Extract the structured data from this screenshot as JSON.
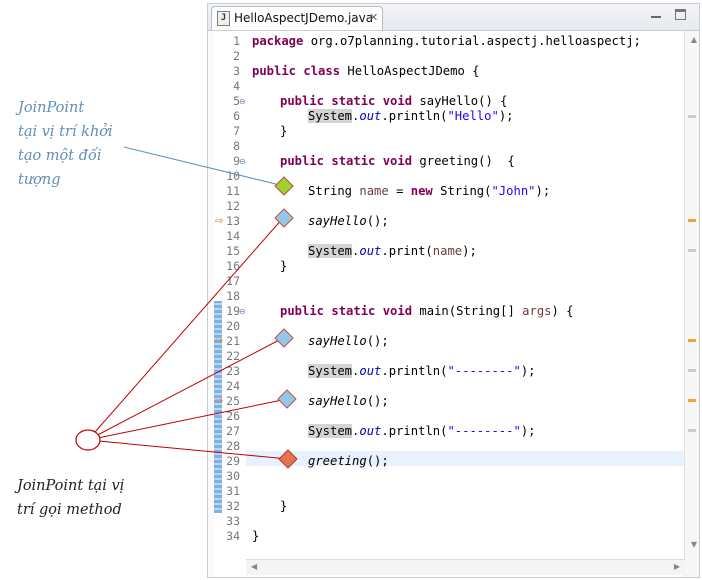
{
  "annotations": {
    "top": [
      "JoinPoint",
      "tại vị trí khởi",
      "tạo một đối",
      "tượng"
    ],
    "bottom": [
      "JoinPoint tại vị",
      "trí gọi method"
    ]
  },
  "editor": {
    "tab_label": "HelloAspectJDemo.java",
    "file_icon_letter": "J",
    "line_numbers": [
      "1",
      "2",
      "3",
      "4",
      "5",
      "6",
      "7",
      "8",
      "9",
      "10",
      "11",
      "12",
      "13",
      "14",
      "15",
      "16",
      "17",
      "18",
      "19",
      "20",
      "21",
      "22",
      "23",
      "24",
      "25",
      "26",
      "27",
      "28",
      "29",
      "30",
      "31",
      "32",
      "33",
      "34"
    ],
    "code": {
      "l1_kw": "package",
      "l1_rest": " org.o7planning.tutorial.aspectj.helloaspectj;",
      "l3_kw": "public class",
      "l3_rest": " HelloAspectJDemo {",
      "l5_kw": "public static void",
      "l5_rest": " sayHello() {",
      "l6_sys": "System",
      "l6_dot": ".",
      "l6_fld": "out",
      "l6_call": ".println(",
      "l6_str": "\"Hello\"",
      "l6_end": ");",
      "l7": "}",
      "l9_kw": "public static void",
      "l9_rest": " greeting()  {",
      "l11_pre": "String ",
      "l11_var": "name",
      "l11_eq": " = ",
      "l11_kw": "new",
      "l11_mid": " String(",
      "l11_str": "\"John\"",
      "l11_end": ");",
      "l13_m": "sayHello",
      "l13_end": "();",
      "l15_sys": "System",
      "l15_dot": ".",
      "l15_fld": "out",
      "l15_call": ".print(",
      "l15_var": "name",
      "l15_end": ");",
      "l16": "}",
      "l19_kw": "public static void",
      "l19_rest": " main(String[] ",
      "l19_var": "args",
      "l19_end": ") {",
      "l21_m": "sayHello",
      "l21_end": "();",
      "l23_sys": "System",
      "l23_dot": ".",
      "l23_fld": "out",
      "l23_call": ".println(",
      "l23_str": "\"--------\"",
      "l23_end": ");",
      "l25_m": "sayHello",
      "l25_end": "();",
      "l27_sys": "System",
      "l27_dot": ".",
      "l27_fld": "out",
      "l27_call": ".println(",
      "l27_str": "\"--------\"",
      "l27_end": ");",
      "l29_m": "greeting",
      "l29_end": "();",
      "l32": "}",
      "l34": "}"
    }
  },
  "icons": {
    "fold": "fold-minus-icon",
    "advice_marker": "advice-arrow-icon",
    "joinpoint_green": "joinpoint-diamond-green-icon",
    "joinpoint_blue": "joinpoint-diamond-blue-icon",
    "joinpoint_orange": "joinpoint-diamond-orange-icon"
  },
  "colors": {
    "keyword": "#7f0055",
    "string": "#2a00ff",
    "field": "#0000c0",
    "annotation_top": "#5f8fb8",
    "callout_line_red": "#c00000",
    "callout_line_blue": "#5f8fb8",
    "diamond_green": "#9fd12f",
    "diamond_blue": "#8fcbe8",
    "diamond_orange": "#e2734e"
  }
}
